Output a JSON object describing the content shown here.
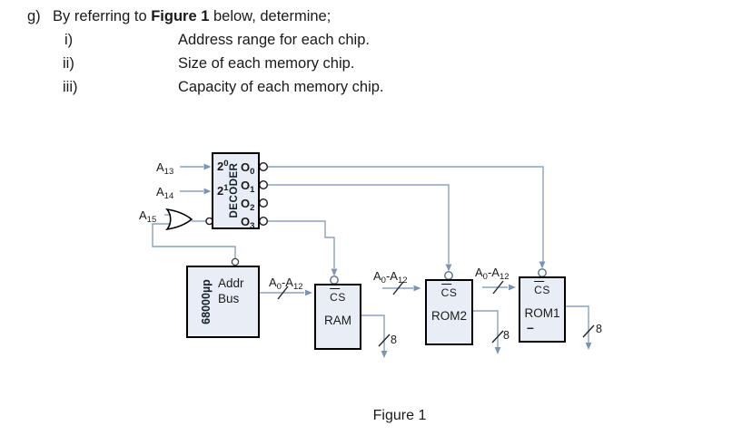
{
  "question": {
    "marker": "g)",
    "intro_prefix": "By referring to ",
    "intro_bold": "Figure 1",
    "intro_suffix": " below, determine;",
    "items": [
      {
        "numeral": "i)",
        "text": "Address range for each chip."
      },
      {
        "numeral": "ii)",
        "text": "Size of each memory chip."
      },
      {
        "numeral": "iii)",
        "text": "Capacity of each memory chip."
      }
    ]
  },
  "figure": {
    "caption": "Figure 1",
    "colors": {
      "wire": "#8aa2bd",
      "arrow": "#7a94b1",
      "box_fill": "#e9eef6",
      "box_border": "#000000"
    },
    "address_lines": [
      {
        "base": "A",
        "sub": "13"
      },
      {
        "base": "A",
        "sub": "14"
      },
      {
        "base": "A",
        "sub": "15"
      }
    ],
    "decoder": {
      "name": "DECODER",
      "inputs": [
        {
          "base": "2",
          "sup": "0"
        },
        {
          "base": "2",
          "sup": "1"
        }
      ],
      "outputs": [
        {
          "base": "O",
          "sub": "0"
        },
        {
          "base": "O",
          "sub": "1"
        },
        {
          "base": "O",
          "sub": "2"
        },
        {
          "base": "O",
          "sub": "3"
        }
      ]
    },
    "cpu": {
      "name": "68000µp",
      "port_line1": "Addr",
      "port_line2": "Bus"
    },
    "bus_label": {
      "p1": "A",
      "s1": "0",
      "p2": "-A",
      "s2": "12"
    },
    "chips": [
      {
        "cs": "CS",
        "name": "RAM"
      },
      {
        "cs": "CS",
        "name": "ROM2"
      },
      {
        "cs": "CS",
        "name": "ROM1",
        "extra": "–"
      }
    ],
    "data_width": "8"
  }
}
